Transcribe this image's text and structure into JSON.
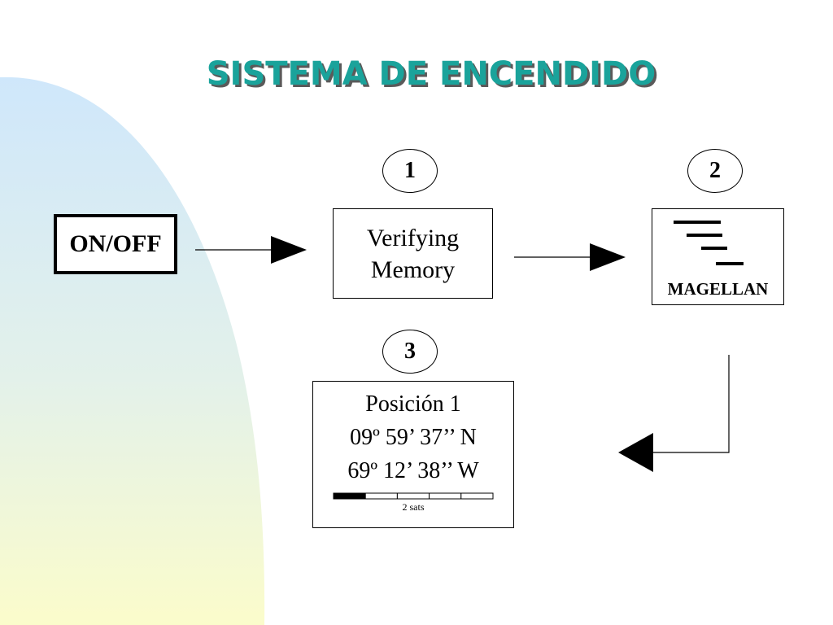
{
  "title": "SISTEMA DE ENCENDIDO",
  "colors": {
    "title": "#1aa39b",
    "title_shadow": "#5a5a5a",
    "gradient_top": "#cfe7fb",
    "gradient_bottom": "#fbfccb"
  },
  "nodes": {
    "onoff": {
      "label": "ON/OFF"
    },
    "memory": {
      "line1": "Verifying",
      "line2": "Memory"
    },
    "magellan": {
      "label": "MAGELLAN",
      "icon": "magellan-logo-icon"
    },
    "position": {
      "line1": "Posición 1",
      "line2": "09º 59’ 37’’ N",
      "line3": "69º 12’ 38’’ W",
      "signal_segments": 5,
      "signal_filled": 1,
      "sats_label": "2 sats"
    }
  },
  "steps": [
    "1",
    "2",
    "3"
  ]
}
